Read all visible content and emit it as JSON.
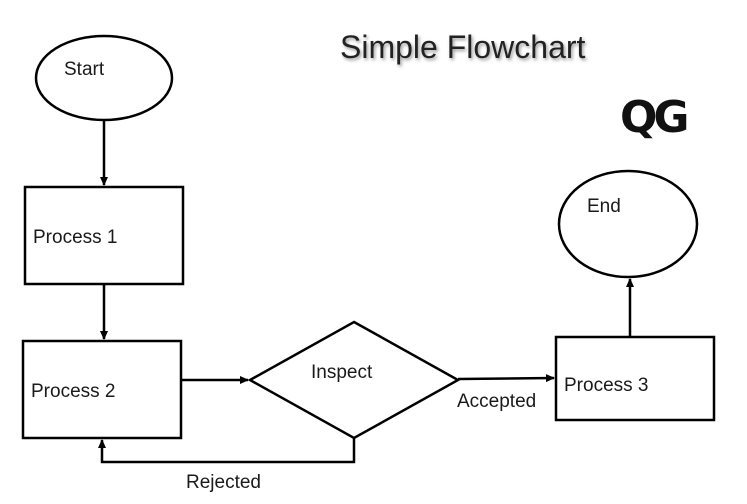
{
  "title": "Simple Flowchart",
  "logo": "QG",
  "nodes": {
    "start": {
      "label": "Start",
      "shape": "ellipse"
    },
    "process1": {
      "label": "Process 1",
      "shape": "rectangle"
    },
    "process2": {
      "label": "Process 2",
      "shape": "rectangle"
    },
    "inspect": {
      "label": "Inspect",
      "shape": "diamond"
    },
    "process3": {
      "label": "Process 3",
      "shape": "rectangle"
    },
    "end": {
      "label": "End",
      "shape": "ellipse"
    }
  },
  "edges": {
    "start_to_process1": {
      "from": "start",
      "to": "process1",
      "label": ""
    },
    "process1_to_process2": {
      "from": "process1",
      "to": "process2",
      "label": ""
    },
    "process2_to_inspect": {
      "from": "process2",
      "to": "inspect",
      "label": ""
    },
    "inspect_to_process3": {
      "from": "inspect",
      "to": "process3",
      "label": "Accepted"
    },
    "inspect_to_process2": {
      "from": "inspect",
      "to": "process2",
      "label": "Rejected"
    },
    "process3_to_end": {
      "from": "process3",
      "to": "end",
      "label": ""
    }
  },
  "colors": {
    "stroke": "#000000",
    "fill": "#ffffff",
    "text": "#1a1a1a"
  }
}
